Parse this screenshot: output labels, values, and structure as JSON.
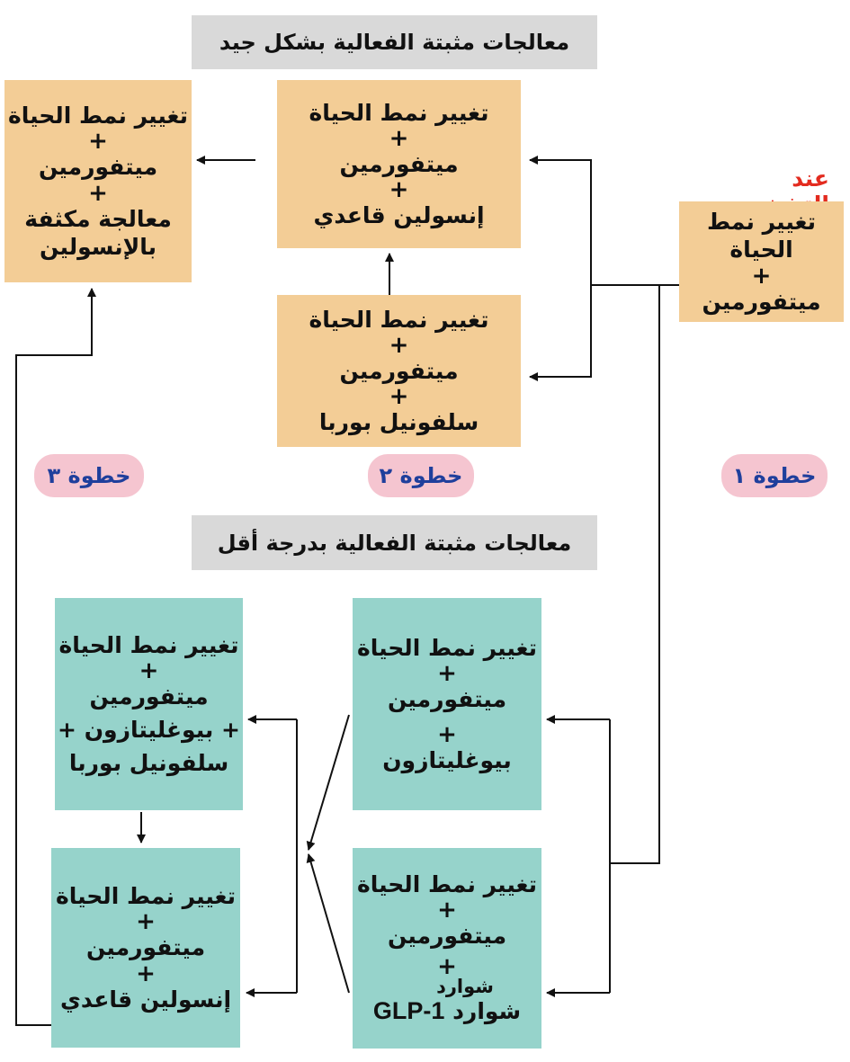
{
  "headers": {
    "well_established": "معالجات مثبتة الفعالية بشكل جيد",
    "less_established": "معالجات مثبتة الفعالية بدرجة أقل"
  },
  "at_diagnosis": "عند التشخيص",
  "steps": {
    "step1": "خطوة ١",
    "step2": "خطوة ٢",
    "step3": "خطوة ٣"
  },
  "boxes": {
    "diagnosis": [
      "تغيير نمط الحياة",
      "+",
      "ميتفورمين"
    ],
    "basal_insulin": [
      "تغيير نمط الحياة",
      "+",
      "ميتفورمين",
      "+",
      "إنسولين قاعدي"
    ],
    "sulfonylurea": [
      "تغيير نمط الحياة",
      "+",
      "ميتفورمين",
      "+",
      "سلفونيل بوربا"
    ],
    "intensive_insulin": [
      "تغيير نمط الحياة",
      "+",
      "ميتفورمين",
      "+",
      "معالجة مكثفة",
      "بالإنسولين"
    ],
    "pioglitazone": [
      "تغيير نمط الحياة",
      "+",
      "ميتفورمين",
      "+",
      "بيوغليتازون"
    ],
    "glp1": {
      "lines": [
        "تغيير نمط الحياة",
        "+",
        "ميتفورمين",
        "+"
      ],
      "overlap_word": "شوارد",
      "last_ar": "شوارد",
      "last_en": "GLP-1"
    },
    "pio_sulfonylurea": [
      "تغيير نمط الحياة",
      "+",
      "ميتفورمين",
      "+ بيوغليتازون +",
      "سلفونيل بوربا"
    ],
    "teal_basal_insulin": [
      "تغيير نمط الحياة",
      "+",
      "ميتفورمين",
      "+",
      "إنسولين قاعدي"
    ]
  },
  "colors": {
    "orange_box": "#f3cd96",
    "teal_box": "#96d3cb",
    "header_bg": "#d9d9d9",
    "step_pill": "#f5c5d0",
    "step_text": "#1f3f9c",
    "diagnosis_label": "#e32b1f"
  }
}
